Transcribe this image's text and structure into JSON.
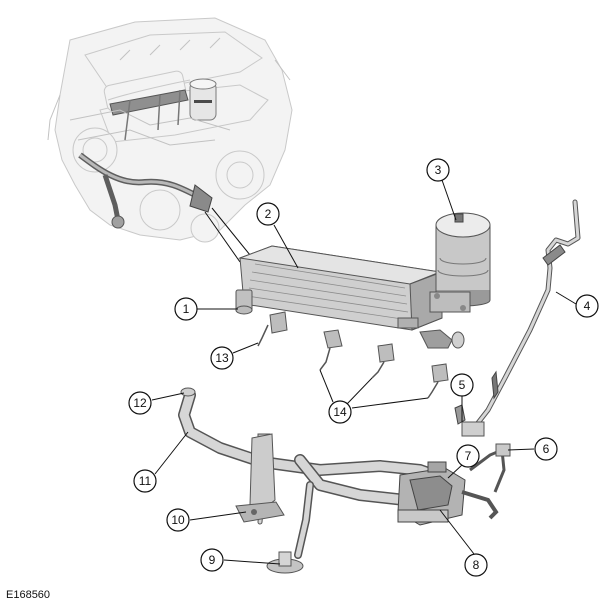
{
  "figure": {
    "reference_code": "E168560"
  },
  "callouts": [
    {
      "number": "1"
    },
    {
      "number": "2"
    },
    {
      "number": "3"
    },
    {
      "number": "4"
    },
    {
      "number": "5"
    },
    {
      "number": "6"
    },
    {
      "number": "7"
    },
    {
      "number": "8"
    },
    {
      "number": "9"
    },
    {
      "number": "10"
    },
    {
      "number": "11"
    },
    {
      "number": "12"
    },
    {
      "number": "13"
    },
    {
      "number": "14"
    }
  ]
}
